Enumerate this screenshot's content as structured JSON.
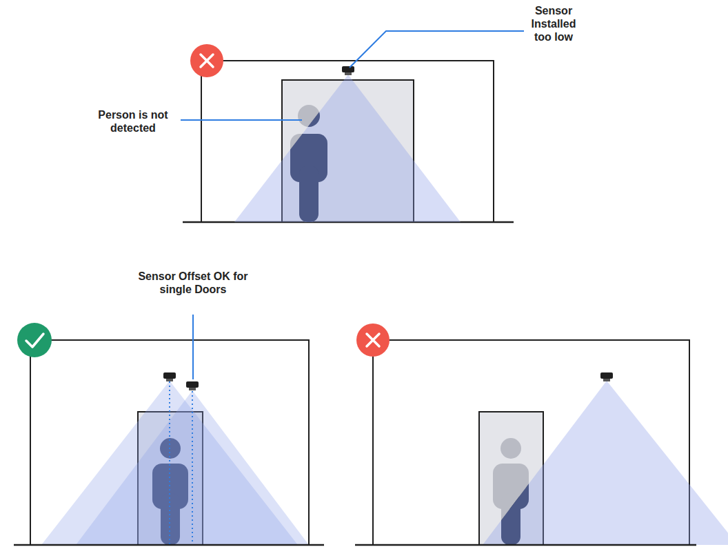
{
  "diagram": {
    "labels": [
      "Sensor Installed too low",
      "Person is not detected",
      "Sensor Offset OK for single Doors"
    ]
  }
}
